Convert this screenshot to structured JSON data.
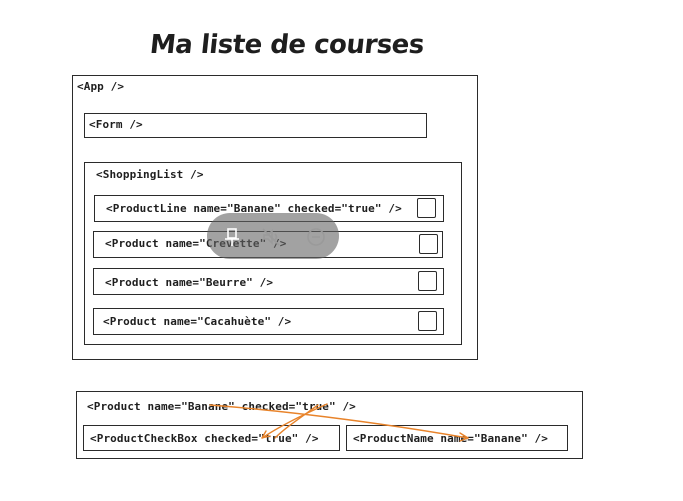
{
  "title": "Ma liste de courses",
  "app": {
    "label": "<App />"
  },
  "form": {
    "label": "<Form />"
  },
  "shopping_list": {
    "label": "<ShoppingList />",
    "lines": [
      {
        "label": "<ProductLine name=\"Banane\" checked=\"true\" />"
      },
      {
        "label": "<Product name=\"Crevette\" />"
      },
      {
        "label": "<Product name=\"Beurre\" />"
      },
      {
        "label": "<Product name=\"Cacahuète\" />"
      }
    ]
  },
  "detail": {
    "label": "<Product name=\"Banane\" checked=\"true\" />",
    "checkbox_component": "<ProductCheckBox checked=\"true\" />",
    "name_component": "<ProductName name=\"Banane\" />"
  },
  "overlay": {
    "icons": [
      "pin-icon",
      "mute-icon",
      "remove-icon"
    ]
  },
  "colors": {
    "stroke": "#2b2b2b",
    "arrow": "#e8832a",
    "overlay": "#6b6b6b"
  }
}
